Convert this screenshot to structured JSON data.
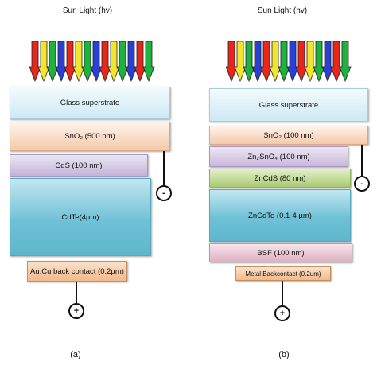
{
  "panel_a": {
    "sun_label": "Sun Light (hv)",
    "layers": {
      "glass": "Glass superstrate",
      "sno2": "SnO₂ (500 nm)",
      "cds": "CdS (100 nm)",
      "cdte": "CdTe(4µm)",
      "back_contact": "Au:Cu back contact (0.2µm)"
    },
    "negative_terminal": "-",
    "positive_terminal": "+",
    "caption": "(a)"
  },
  "panel_b": {
    "sun_label": "Sun Light (hv)",
    "layers": {
      "glass": "Glass superstrate",
      "sno2": "SnO₂ (100 nm)",
      "zn2sno4": "Zn₂SnO₄ (100 nm)",
      "zncds": "ZnCdS (80 nm)",
      "zncdte": "ZnCdTe (0.1-4 µm)",
      "bsf": "BSF (100 nm)",
      "back_contact": "Metal Backcontact (0.2um)"
    },
    "negative_terminal": "-",
    "positive_terminal": "+",
    "caption": "(b)"
  },
  "arrow_colors": [
    "#e8261b",
    "#f3e52b",
    "#1db33c",
    "#2a3fd6",
    "#e8261b",
    "#f3e52b",
    "#1db33c",
    "#2a3fd6",
    "#e8261b",
    "#f3e52b",
    "#1db33c",
    "#2a3fd6",
    "#e8261b",
    "#1db33c"
  ]
}
